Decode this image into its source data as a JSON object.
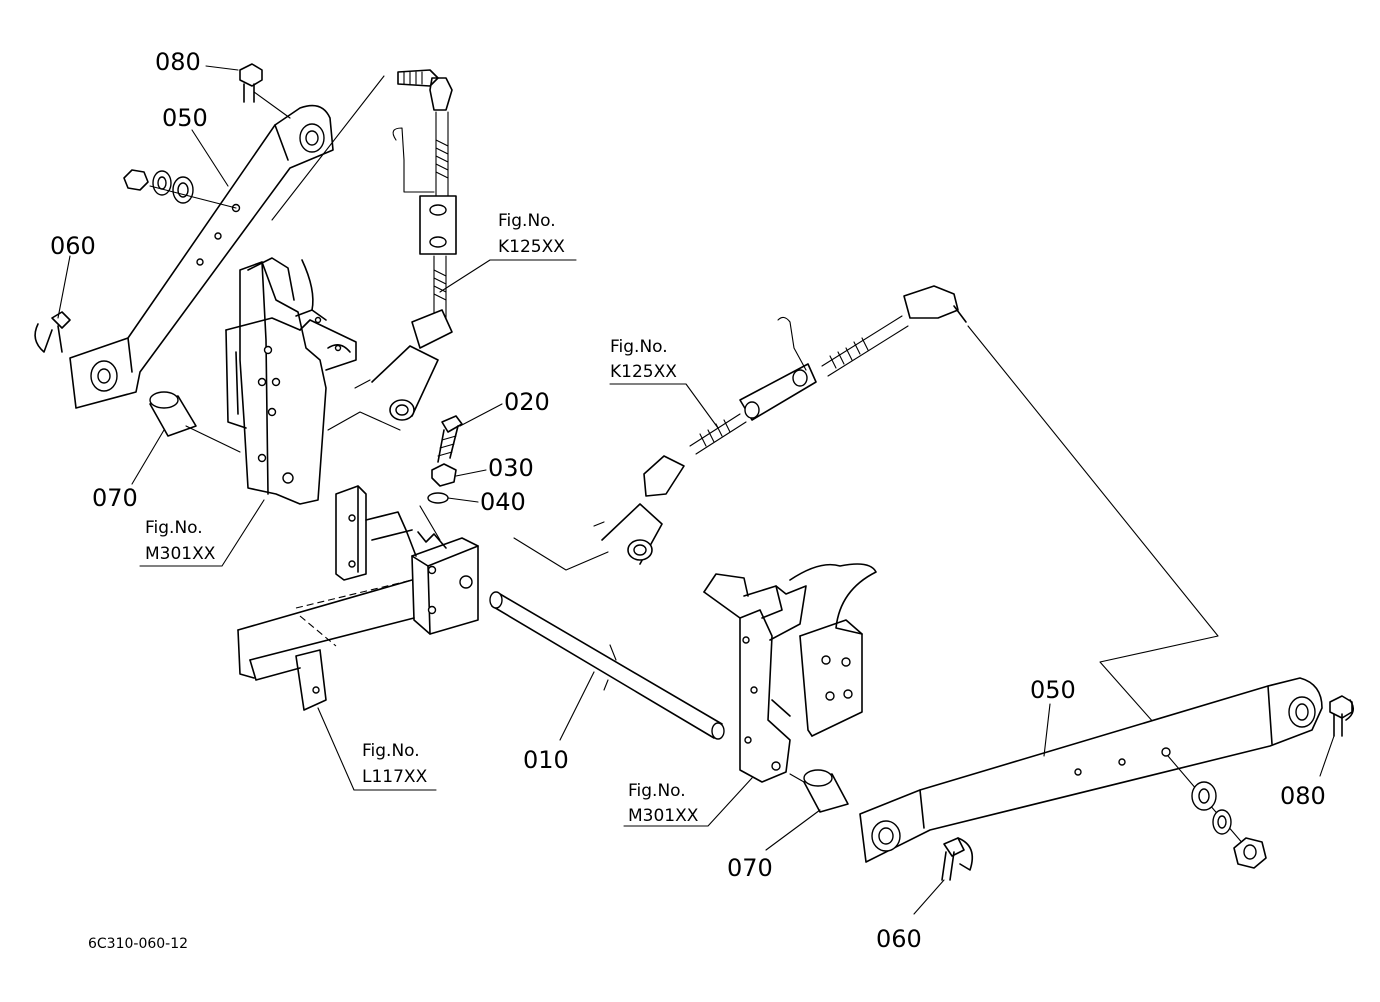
{
  "part_numbers": {
    "p080_left": "080",
    "p050_left": "050",
    "p060_left": "060",
    "p070_left": "070",
    "p020": "020",
    "p030": "030",
    "p040": "040",
    "p010": "010",
    "p070_right": "070",
    "p060_right": "060",
    "p050_right": "050",
    "p080_right": "080"
  },
  "figure_refs": {
    "k125_left": {
      "fig": "Fig.No.",
      "code": "K125XX"
    },
    "k125_right": {
      "fig": "Fig.No.",
      "code": "K125XX"
    },
    "m301_left": {
      "fig": "Fig.No.",
      "code": "M301XX"
    },
    "m301_right": {
      "fig": "Fig.No.",
      "code": "M301XX"
    },
    "l117": {
      "fig": "Fig.No.",
      "code": "L117XX"
    }
  },
  "drawing_code": "6C310-060-12"
}
